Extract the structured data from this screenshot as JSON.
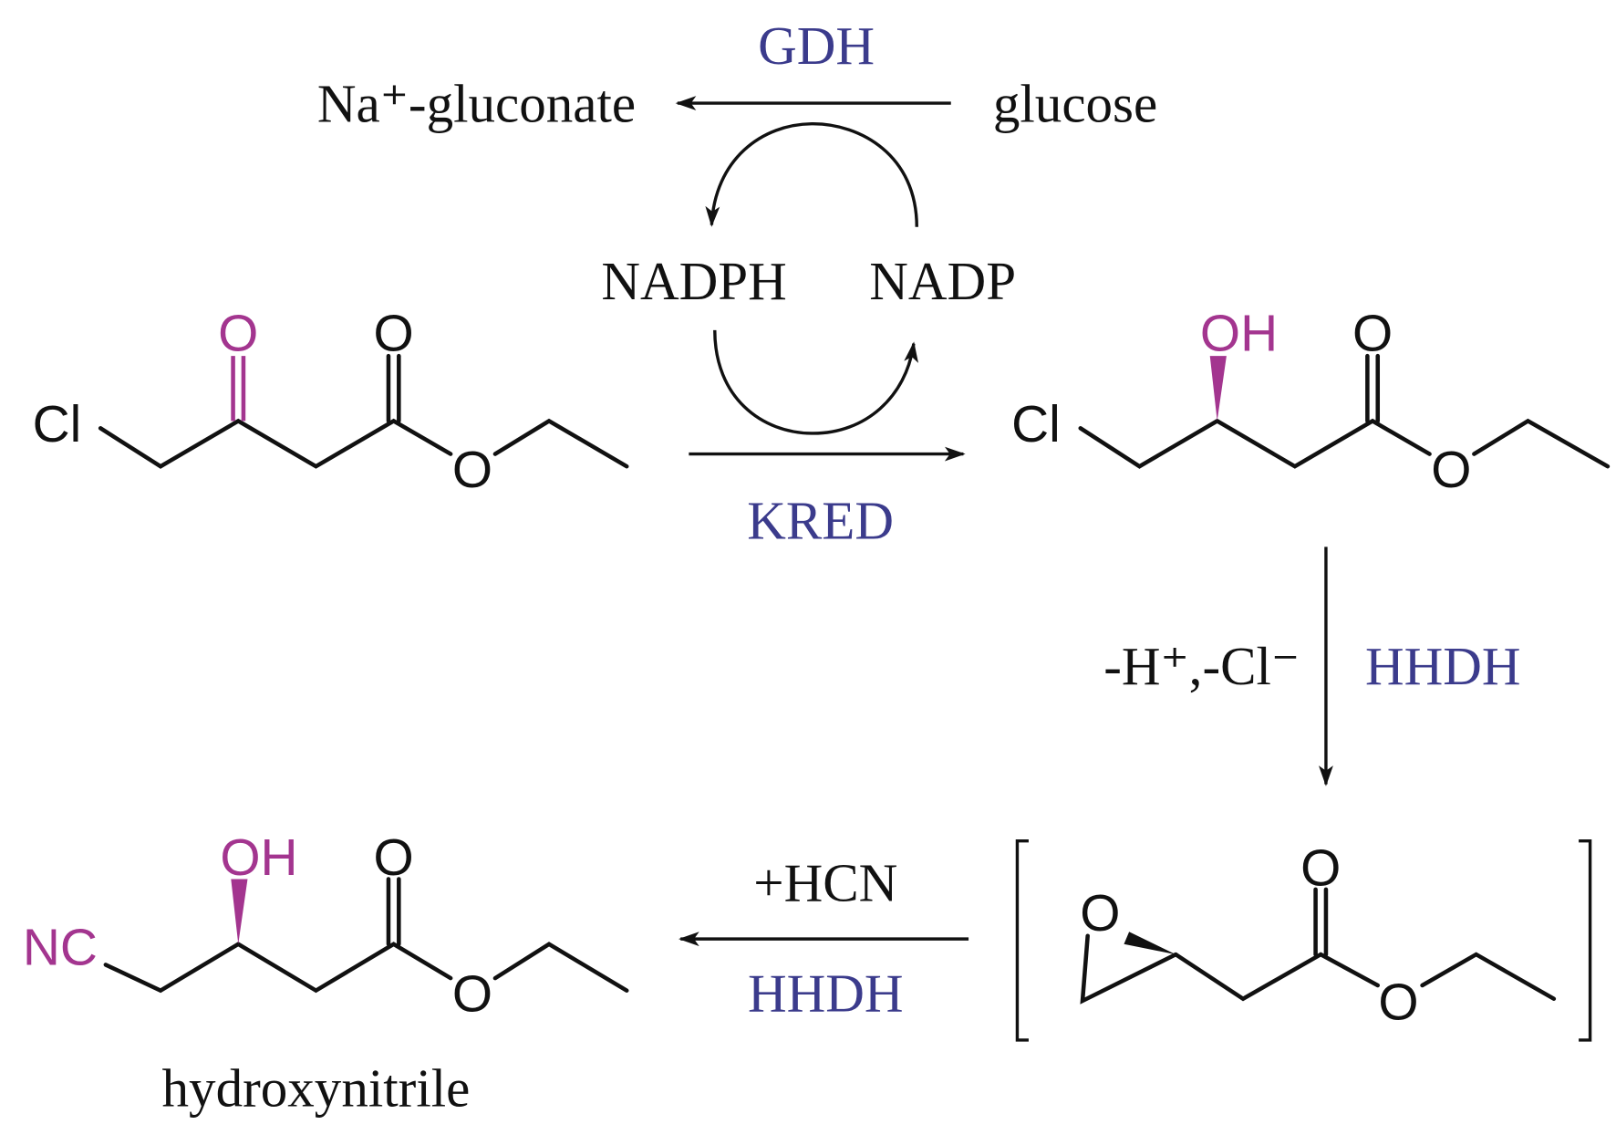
{
  "cofactor_cycle": {
    "enzyme": "GDH",
    "product": "Na⁺-gluconate",
    "substrate": "glucose",
    "reduced": "NADPH",
    "oxidized": "NADP"
  },
  "step1": {
    "enzyme": "KRED"
  },
  "step2": {
    "conditions": "-H⁺,-Cl⁻",
    "enzyme": "HHDH"
  },
  "step3": {
    "reagent": "+HCN",
    "enzyme": "HHDH"
  },
  "atoms": {
    "Cl": "Cl",
    "O": "O",
    "OH": "OH",
    "NC": "NC"
  },
  "final_product_label": "hydroxynitrile",
  "colors": {
    "enzyme": "#3b3b8c",
    "highlight": "#a3358f"
  }
}
